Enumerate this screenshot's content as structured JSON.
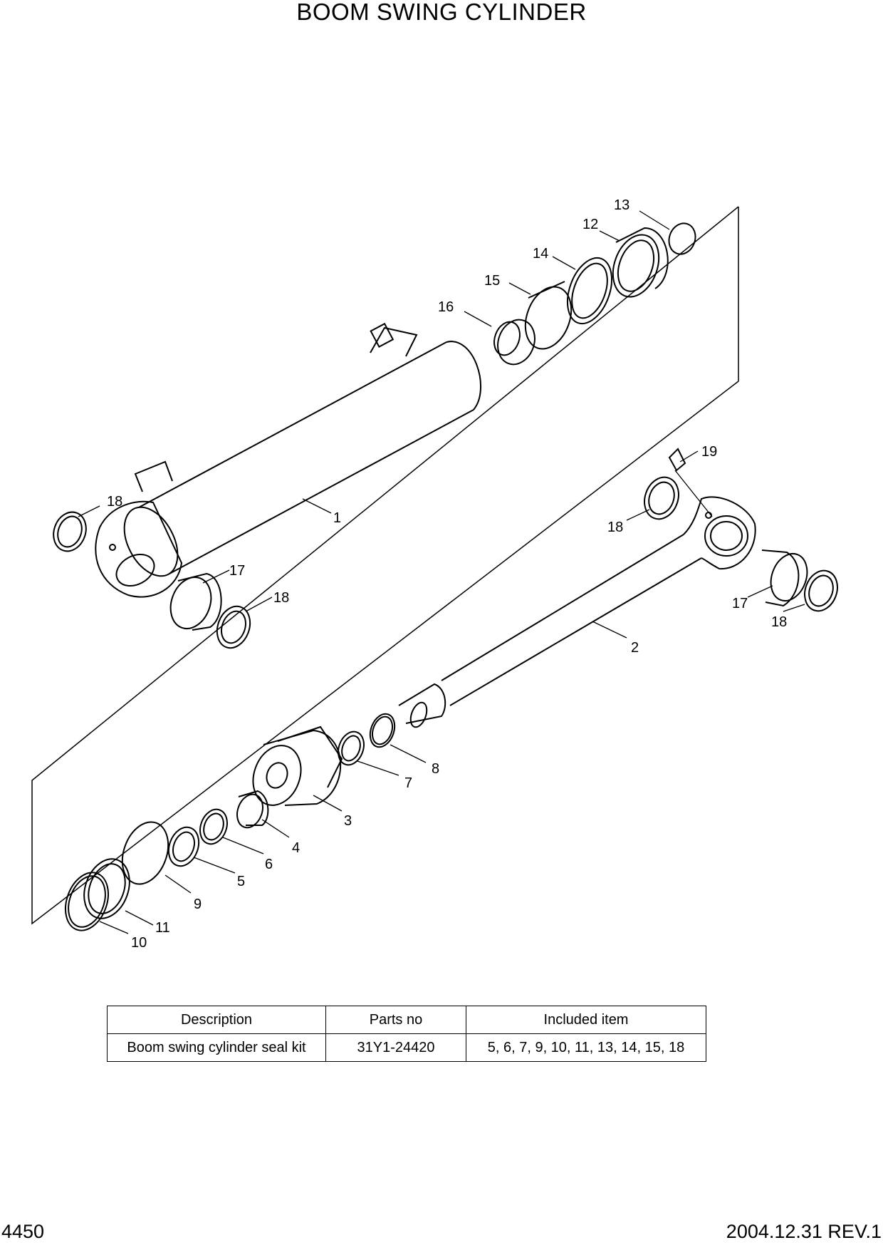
{
  "title": "BOOM SWING CYLINDER",
  "callouts": [
    {
      "id": "c13",
      "label": "13"
    },
    {
      "id": "c12",
      "label": "12"
    },
    {
      "id": "c14",
      "label": "14"
    },
    {
      "id": "c15",
      "label": "15"
    },
    {
      "id": "c16",
      "label": "16"
    },
    {
      "id": "c19",
      "label": "19"
    },
    {
      "id": "c18a",
      "label": "18"
    },
    {
      "id": "c1",
      "label": "1"
    },
    {
      "id": "c18b",
      "label": "18"
    },
    {
      "id": "c17a",
      "label": "17"
    },
    {
      "id": "c18c",
      "label": "18"
    },
    {
      "id": "c17b",
      "label": "17"
    },
    {
      "id": "c18d",
      "label": "18"
    },
    {
      "id": "c2",
      "label": "2"
    },
    {
      "id": "c8",
      "label": "8"
    },
    {
      "id": "c7",
      "label": "7"
    },
    {
      "id": "c3",
      "label": "3"
    },
    {
      "id": "c4",
      "label": "4"
    },
    {
      "id": "c6",
      "label": "6"
    },
    {
      "id": "c5",
      "label": "5"
    },
    {
      "id": "c9",
      "label": "9"
    },
    {
      "id": "c11",
      "label": "11"
    },
    {
      "id": "c10",
      "label": "10"
    }
  ],
  "table": {
    "headers": [
      "Description",
      "Parts no",
      "Included item"
    ],
    "rows": [
      [
        "Boom swing cylinder seal kit",
        "31Y1-24420",
        "5, 6, 7, 9, 10, 11, 13, 14, 15, 18"
      ]
    ]
  },
  "footer": {
    "page": "4450",
    "revision": "2004.12.31  REV.1"
  }
}
